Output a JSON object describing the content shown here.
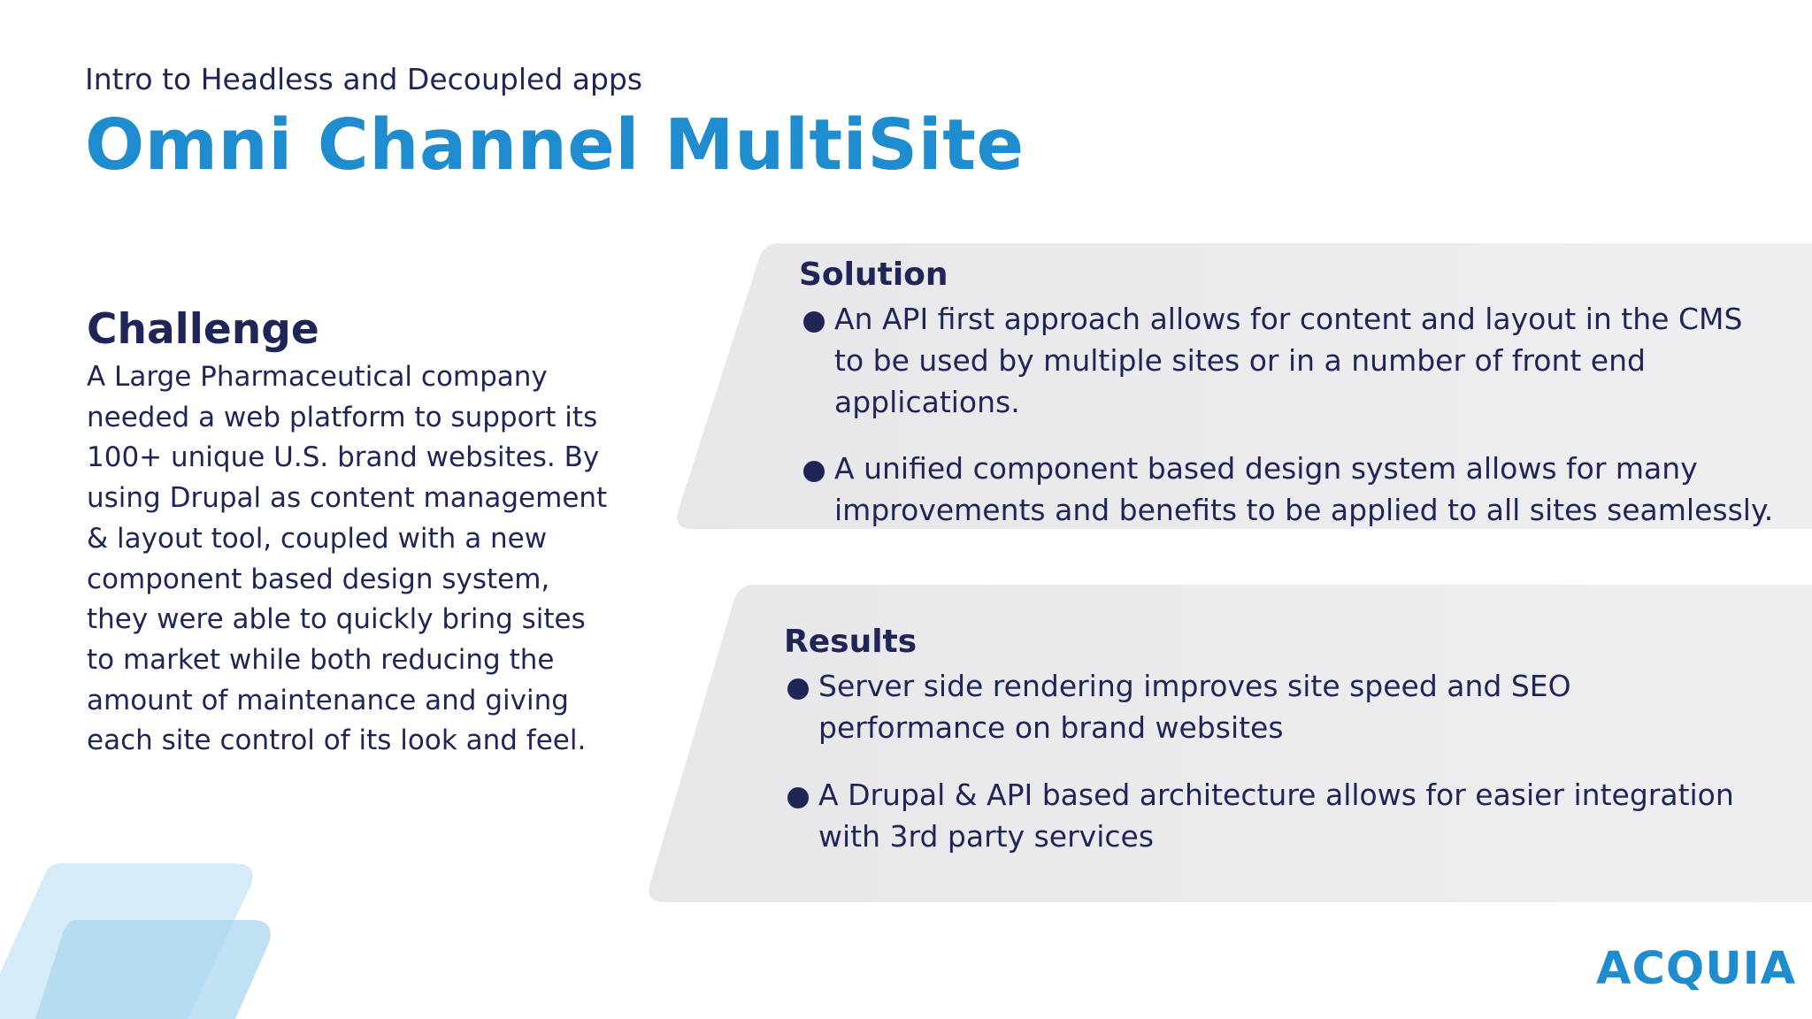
{
  "header": {
    "subtitle": "Intro to Headless and Decoupled apps",
    "title": "Omni Channel MultiSite"
  },
  "challenge": {
    "heading": "Challenge",
    "lines": [
      "A Large Pharmaceutical company",
      "needed a web platform to support its",
      "100+ unique U.S. brand websites. By",
      "using Drupal as content management",
      "& layout tool, coupled with a new",
      "component based design system,",
      "they were able to quickly bring sites",
      "to market while both reducing the",
      "amount of maintenance and giving",
      "each site control of its look and feel."
    ]
  },
  "solution": {
    "heading": "Solution",
    "bullets": [
      {
        "lines": [
          "An API first approach allows for content and layout in the CMS",
          "to be used by multiple sites or in a number of front end",
          "applications."
        ]
      },
      {
        "lines": [
          "A unified component based design system allows for many",
          "improvements and benefits to be applied to all sites seamlessly."
        ]
      }
    ]
  },
  "results": {
    "heading": "Results",
    "bullets": [
      {
        "lines": [
          "Server side rendering improves site speed and SEO",
          "performance on brand websites"
        ]
      },
      {
        "lines": [
          "A Drupal & API based architecture allows for easier integration",
          "with 3rd party services"
        ]
      }
    ]
  },
  "logo": {
    "text": "ACQUIA"
  },
  "colors": {
    "title_blue": "#1f8ccf",
    "navy_text": "#1f2557",
    "panel_gray": "#ebebed",
    "deco_light_blue": "#cfe8f7",
    "deco_mid_blue": "#a9d7ef"
  }
}
